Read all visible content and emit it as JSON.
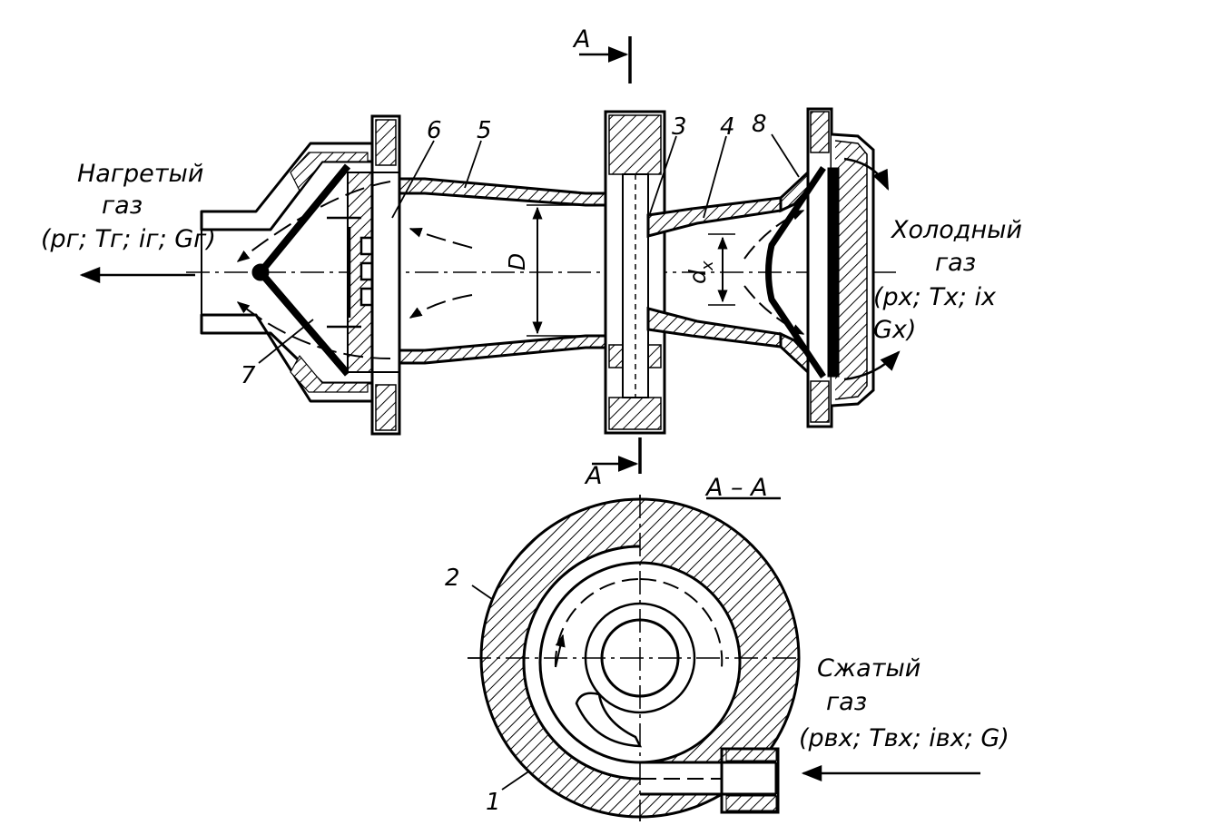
{
  "section_marks": {
    "top": "A",
    "bottom": "A",
    "view_title": "A – A"
  },
  "part_numbers": {
    "n1": "1",
    "n2": "2",
    "n3": "3",
    "n4": "4",
    "n5": "5",
    "n6": "6",
    "n7": "7",
    "n8": "8"
  },
  "dimensions": {
    "D": "D",
    "dx": "d",
    "dx_sub": "x"
  },
  "flows": {
    "hot": {
      "line1": "Нагретый",
      "line2": "газ",
      "params": "(pг; Tг; iг; Gг)"
    },
    "cold": {
      "line1": "Холодный",
      "line2": "газ",
      "params1": "(pх; Tх; iх",
      "params2": "Gх)"
    },
    "compressed": {
      "line1": "Сжатый",
      "line2": "газ",
      "params": "(pвх; Tвх; iвх; G)"
    }
  }
}
